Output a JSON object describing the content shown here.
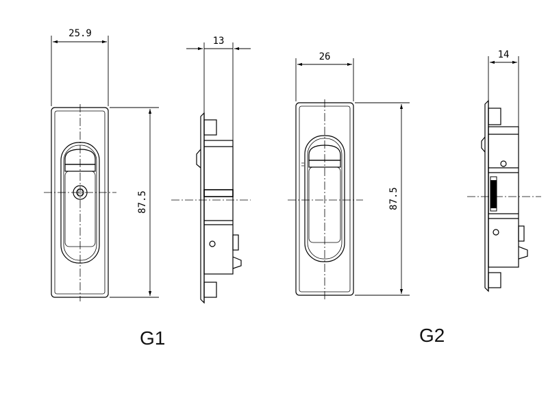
{
  "figures": [
    {
      "id": "G1",
      "caption": "G1",
      "front": {
        "width_label": "25.9",
        "height_label": "87.5"
      },
      "side": {
        "depth_label": "13"
      }
    },
    {
      "id": "G2",
      "caption": "G2",
      "front": {
        "width_label": "26",
        "height_label": "87.5"
      },
      "side": {
        "depth_label": "14"
      }
    }
  ],
  "colors": {
    "line": "#000000",
    "background": "#ffffff"
  }
}
